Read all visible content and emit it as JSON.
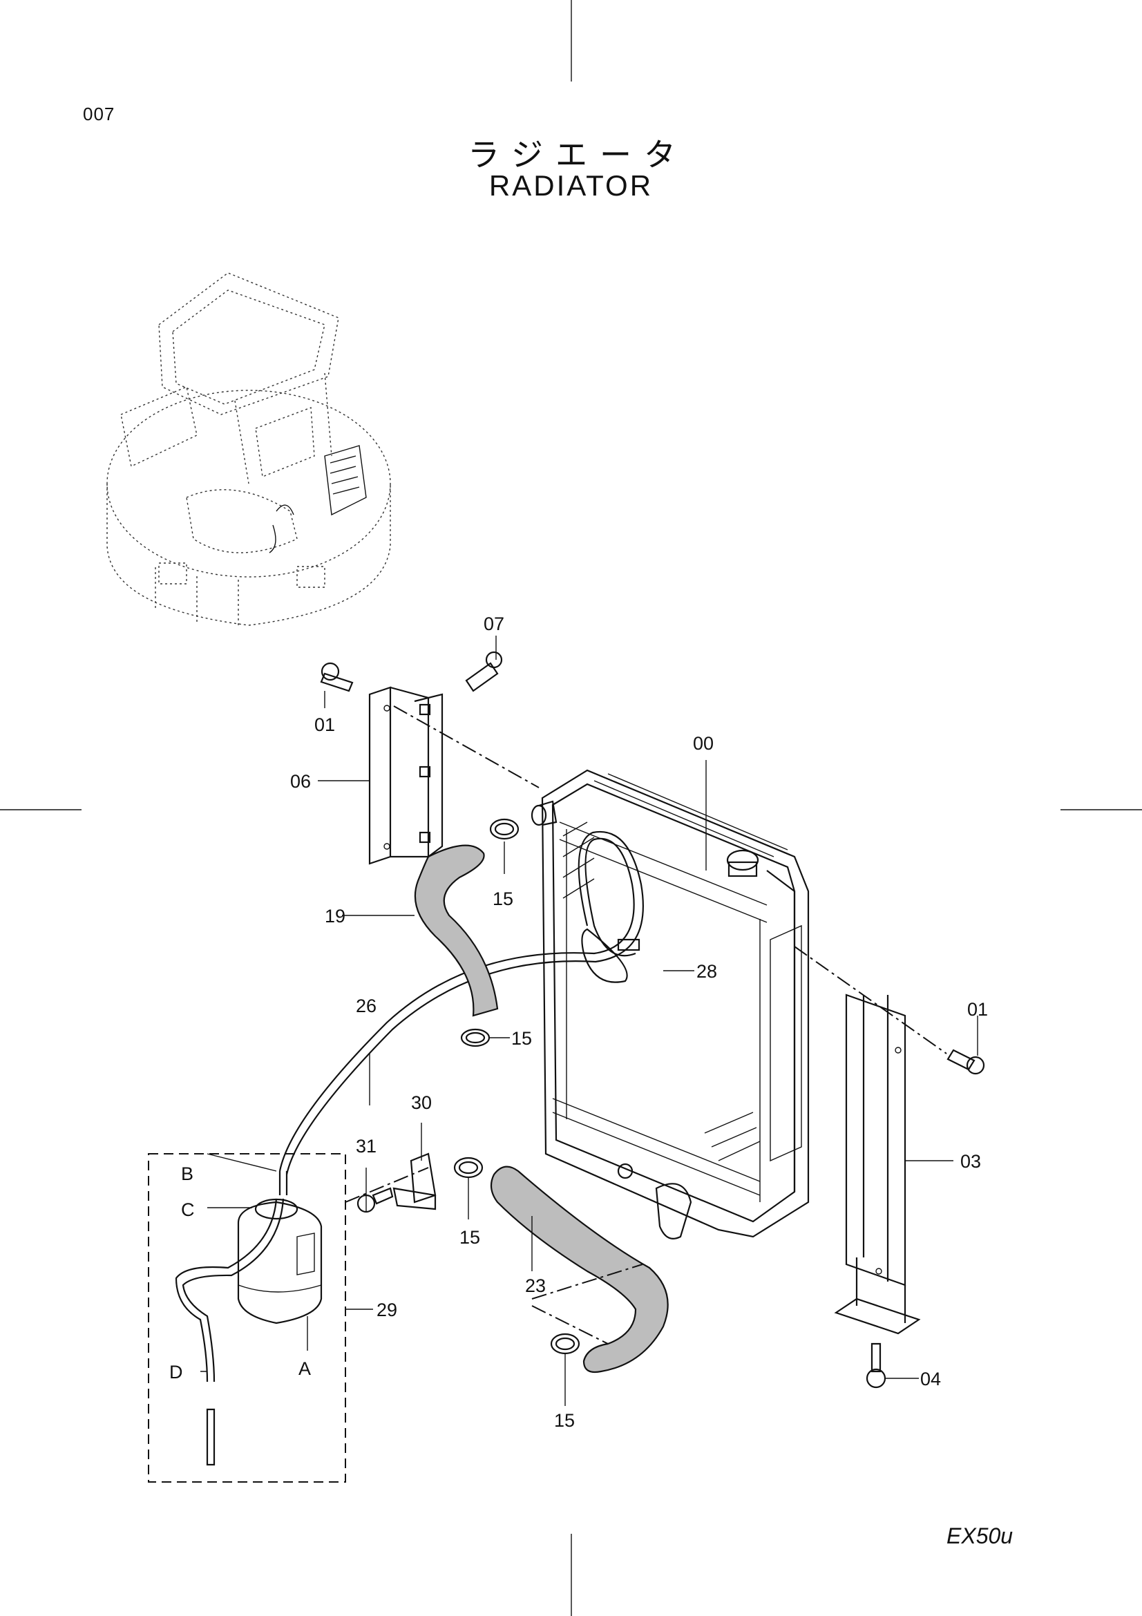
{
  "page_number": "007",
  "title_jp": "ラジエータ",
  "title_en": "RADIATOR",
  "model": "EX50u",
  "callouts": {
    "c00": "00",
    "c01a": "01",
    "c01b": "01",
    "c03": "03",
    "c04": "04",
    "c06": "06",
    "c07": "07",
    "c15a": "15",
    "c15b": "15",
    "c15c": "15",
    "c15d": "15",
    "c19": "19",
    "c23": "23",
    "c26": "26",
    "c28": "28",
    "c29": "29",
    "c30": "30",
    "c31": "31",
    "cA": "A",
    "cB": "B",
    "cC": "C",
    "cD": "D"
  }
}
